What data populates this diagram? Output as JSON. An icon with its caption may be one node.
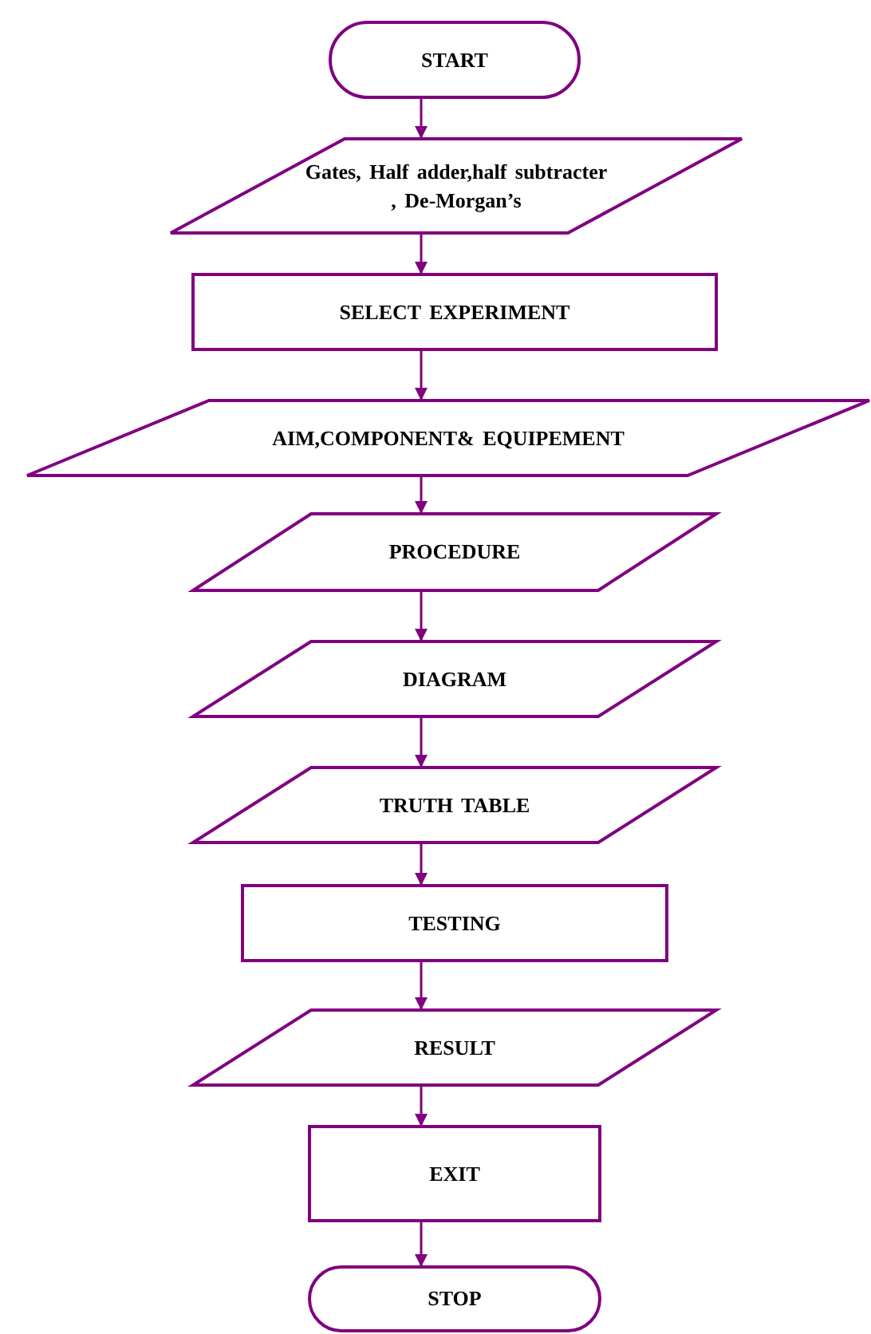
{
  "diagram": {
    "nodes": [
      {
        "text": [
          "START"
        ]
      },
      {
        "text": [
          "Gates, Half adder,half subtracter , De-Morgan’s"
        ]
      },
      {
        "text": [
          "SELECT EXPERIMENT"
        ]
      },
      {
        "text": [
          "AIM,COMPONENT& EQUIPEMENT"
        ]
      },
      {
        "text": [
          "PROCEDURE"
        ]
      },
      {
        "text": [
          "DIAGRAM"
        ]
      },
      {
        "text": [
          "TRUTH TABLE"
        ]
      },
      {
        "text": [
          "TESTING"
        ]
      },
      {
        "text": [
          "RESULT"
        ]
      },
      {
        "text": [
          "EXIT"
        ]
      },
      {
        "text": [
          "STOP"
        ]
      }
    ],
    "edges": [
      {
        "from": 0,
        "to": 1,
        "arrow": "to"
      },
      {
        "from": 1,
        "to": 2,
        "arrow": "to"
      },
      {
        "from": 2,
        "to": 3,
        "arrow": "to"
      },
      {
        "from": 3,
        "to": 4,
        "arrow": "to"
      },
      {
        "from": 4,
        "to": 5,
        "arrow": "to"
      },
      {
        "from": 5,
        "to": 6,
        "arrow": "to"
      },
      {
        "from": 6,
        "to": 7,
        "arrow": "to"
      },
      {
        "from": 7,
        "to": 8,
        "arrow": "to"
      },
      {
        "from": 8,
        "to": 9,
        "arrow": "to"
      },
      {
        "from": 9,
        "to": 10,
        "arrow": "to"
      }
    ]
  }
}
